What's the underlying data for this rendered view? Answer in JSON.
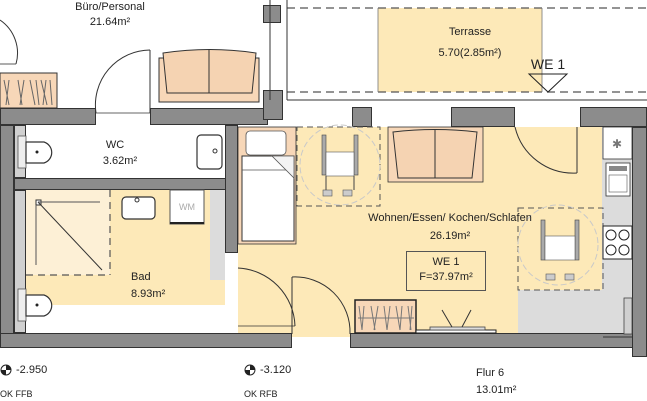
{
  "plan": {
    "unit": "WE 1",
    "colors": {
      "room_fill": "#fde9b8",
      "wall": "#8c8c8c",
      "furniture": "#f7d7b8",
      "kitchen_counter": "#dcdcdc"
    },
    "rooms": [
      {
        "id": "buero",
        "name": "Büro/Personal",
        "area": "21.64m²"
      },
      {
        "id": "terrasse",
        "name": "Terrasse",
        "area": "5.70(2.85m²)"
      },
      {
        "id": "wc",
        "name": "WC",
        "area": "3.62m²"
      },
      {
        "id": "bad",
        "name": "Bad",
        "area": "8.93m²"
      },
      {
        "id": "wohnen",
        "name": "Wohnen/Essen/ Kochen/Schlafen",
        "area": "26.19m²"
      },
      {
        "id": "flur",
        "name": "Flur 6",
        "area": "13.01m²"
      }
    ],
    "terrace_marker": "WE 1",
    "unit_box": {
      "title": "WE 1",
      "area": "F=37.97m²"
    },
    "appliance_wm": "WM",
    "levels": [
      {
        "value": "-2.950",
        "label": "OK FFB"
      },
      {
        "value": "-3.120",
        "label": "OK RFB"
      }
    ]
  }
}
